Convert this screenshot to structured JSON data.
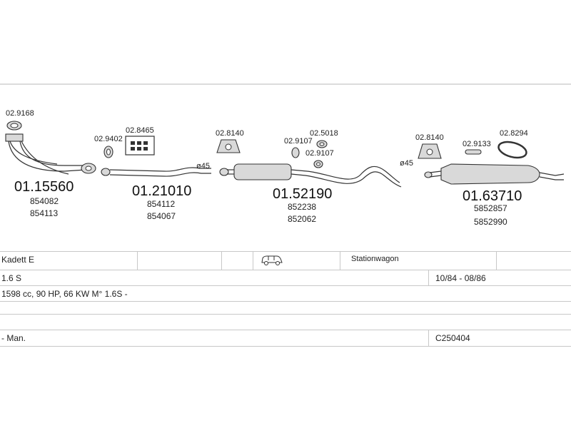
{
  "parts": {
    "front_pipe": {
      "number": "01.15560",
      "refs": [
        "854082",
        "854113"
      ],
      "clamp": "02.9168"
    },
    "middle_pipe": {
      "number": "01.21010",
      "refs": [
        "854112",
        "854067"
      ],
      "gasket": "02.9402",
      "mount": "02.8465",
      "diameter": "ø45"
    },
    "middle_silencer": {
      "number": "01.52190",
      "refs": [
        "852238",
        "852062"
      ],
      "hanger": "02.8140",
      "clamp_a": "02.9107",
      "clamp_b": "02.5018",
      "clamp_c": "02.9107"
    },
    "rear_silencer": {
      "number": "01.63710",
      "refs": [
        "5852857",
        "5852990"
      ],
      "hanger": "02.8140",
      "clamp": "02.9133",
      "gasket": "02.8294",
      "diameter": "ø45"
    }
  },
  "vehicle": {
    "model": "Kadett  E",
    "body_type": "Stationwagon",
    "engine": "1.6 S",
    "years": "10/84 - 08/86",
    "details": "1598 cc, 90 HP, 66 KW  M° 1.6S -",
    "transmission": "- Man.",
    "code": "C250404"
  },
  "icons": {
    "vehicle": "van-icon"
  },
  "colors": {
    "line": "#333333",
    "grid": "#c8c8c8",
    "part_fill": "#d9d9d9"
  }
}
